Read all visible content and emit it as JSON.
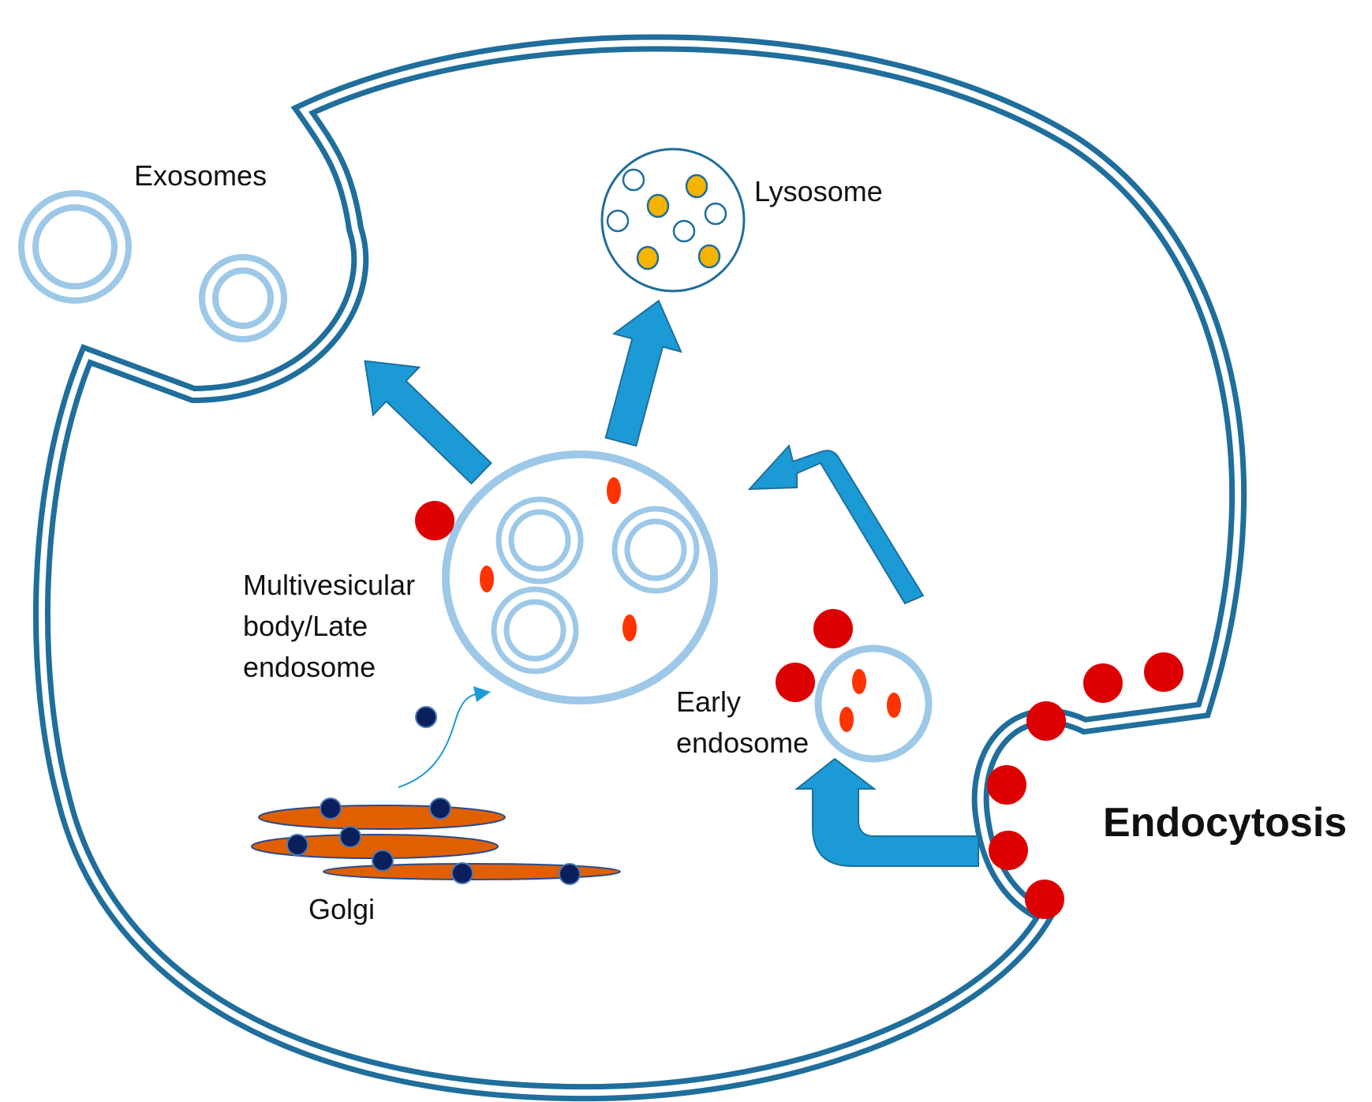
{
  "labels": {
    "exosomes": "Exosomes",
    "lysosome": "Lysosome",
    "mvb_line1": "Multivesicular",
    "mvb_line2": "body/Late",
    "mvb_line3": "endosome",
    "early_line1": "Early",
    "early_line2": "endosome",
    "golgi": "Golgi",
    "endocytosis": "Endocytosis"
  },
  "colors": {
    "membrane": "#1f6e9c",
    "vesicle": "#9dc8e8",
    "arrow": "#1c9ad6",
    "cargo_red": "#dd0000",
    "cargo_orange": "#ff3300",
    "golgi": "#e06000",
    "golgi_dot": "#0b1f5c",
    "lysosome_dot": "#f5b400"
  }
}
